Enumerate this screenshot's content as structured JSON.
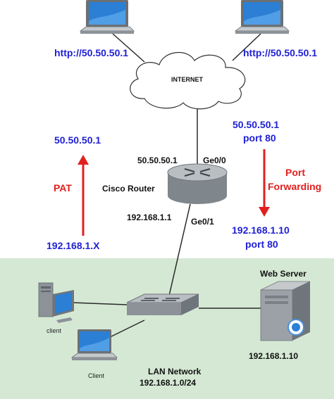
{
  "colors": {
    "ip_blue": "#1f1fd6",
    "accent_red": "#e0201f",
    "lan_background": "#d5e8d4",
    "device_gray": "#8c9298",
    "screen_blue": "#2b7fd4"
  },
  "internet": {
    "label": "INTERNET",
    "left_laptop_url": "http://50.50.50.1",
    "right_laptop_url": "http://50.50.50.1"
  },
  "router": {
    "label": "Cisco Router",
    "wan_ip": "50.50.50.1",
    "wan_interface": "Ge0/0",
    "lan_ip": "192.168.1.1",
    "lan_interface": "Ge0/1"
  },
  "pat": {
    "label": "PAT",
    "public_ip": "50.50.50.1",
    "private_ip": "192.168.1.X"
  },
  "port_forwarding": {
    "label_line1": "Port",
    "label_line2": "Forwarding",
    "public_ip": "50.50.50.1",
    "public_port": "port 80",
    "private_ip": "192.168.1.10",
    "private_port": "port 80"
  },
  "lan": {
    "title": "LAN Network",
    "subnet": "192.168.1.0/24",
    "client_desktop_label": "client",
    "client_laptop_label": "Client",
    "server_label": "Web Server",
    "server_ip": "192.168.1.10"
  },
  "icons": [
    "laptop-icon",
    "cloud-icon",
    "router-icon",
    "switch-icon",
    "desktop-computer-icon",
    "server-icon",
    "arrow-up-icon",
    "arrow-down-icon"
  ]
}
